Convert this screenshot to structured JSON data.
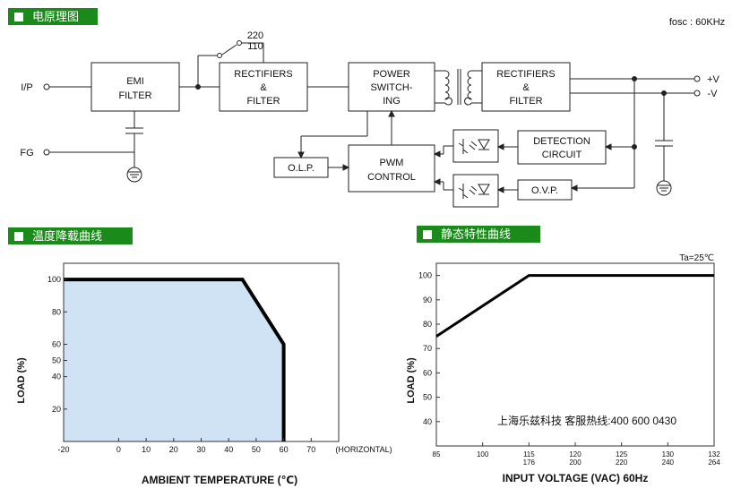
{
  "headers": {
    "block_diagram": "电原理图",
    "derating": "温度降载曲线",
    "static": "静态特性曲线"
  },
  "block_diagram": {
    "fosc": "fosc : 60KHz",
    "ip_label": "I/P",
    "fg_label": "FG",
    "emi_filter": [
      "EMI",
      "FILTER"
    ],
    "rect1": [
      "RECTIFIERS",
      "&",
      "FILTER"
    ],
    "switch_220": "220",
    "switch_110": "110",
    "power_switching": [
      "POWER",
      "SWITCH-",
      "ING"
    ],
    "rect2": [
      "RECTIFIERS",
      "&",
      "FILTER"
    ],
    "plus_v": "+V",
    "minus_v": "-V",
    "olp": "O.L.P.",
    "pwm": [
      "PWM",
      "CONTROL"
    ],
    "detection": [
      "DETECTION",
      "CIRCUIT"
    ],
    "ovp": "O.V.P."
  },
  "colors": {
    "header_green": "#1a8a1a",
    "fill_blue": "#cfe3f5"
  },
  "chart_data": [
    {
      "type": "area",
      "xlabel": "AMBIENT TEMPERATURE (℃)",
      "ylabel": "LOAD (%)",
      "x_note": "(HORIZONTAL)",
      "xlim": [
        -20,
        80
      ],
      "ylim": [
        0,
        110
      ],
      "x_ticks": [
        -20,
        0,
        10,
        20,
        30,
        40,
        50,
        60,
        70
      ],
      "y_ticks": [
        20,
        40,
        50,
        60,
        80,
        100
      ],
      "points": [
        [
          -20,
          100
        ],
        [
          45,
          100
        ],
        [
          60,
          60
        ],
        [
          60,
          0
        ]
      ],
      "grid": false
    },
    {
      "type": "line",
      "annotation": "Ta=25℃",
      "watermark": "上海乐兹科技 客服热线:400 600 0430",
      "xlabel": "INPUT VOLTAGE (VAC) 60Hz",
      "ylabel": "LOAD (%)",
      "x_ticks": [
        {
          "top": "85",
          "bottom": ""
        },
        {
          "top": "100",
          "bottom": ""
        },
        {
          "top": "115",
          "bottom": "176"
        },
        {
          "top": "120",
          "bottom": "200"
        },
        {
          "top": "125",
          "bottom": "220"
        },
        {
          "top": "130",
          "bottom": "240"
        },
        {
          "top": "132",
          "bottom": "264"
        }
      ],
      "y_ticks": [
        40,
        50,
        60,
        70,
        80,
        90,
        100
      ],
      "ylim": [
        30,
        105
      ],
      "points": [
        [
          85,
          75
        ],
        [
          115,
          100
        ],
        [
          132,
          100
        ]
      ],
      "grid": false
    }
  ]
}
